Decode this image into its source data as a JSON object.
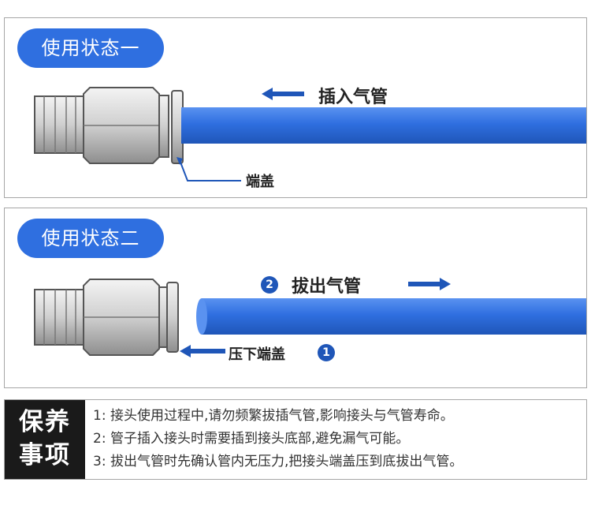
{
  "states": [
    {
      "title": "使用状态一",
      "action_label": "插入气管",
      "cap_label": "端盖"
    },
    {
      "title": "使用状态二",
      "step2_number": "2",
      "action_label": "拔出气管",
      "step1_number": "1",
      "cap_label": "压下端盖"
    }
  ],
  "care": {
    "title_line1": "保养",
    "title_line2": "事项",
    "items": [
      "1: 接头使用过程中,请勿频繁拔插气管,影响接头与气管寿命。",
      "2: 管子插入接头时需要插到接头底部,避免漏气可能。",
      "3: 拔出气管时先确认管内无压力,把接头端盖压到底拔出气管。"
    ]
  },
  "colors": {
    "accent": "#2f6fe0",
    "tube": "#2f6fe0",
    "arrow": "#1f56b8",
    "dark_block": "#1a1a1a",
    "border": "#a6a6a6"
  },
  "icons": [
    "arrow-left-icon",
    "arrow-right-icon",
    "pointer-line-icon",
    "fitting-icon",
    "tube-icon"
  ]
}
